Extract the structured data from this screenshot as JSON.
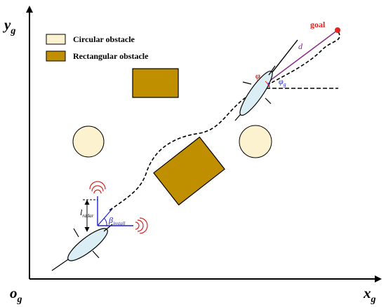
{
  "axes": {
    "y": {
      "label": "y",
      "subscript": "g"
    },
    "x": {
      "label": "x",
      "subscript": "g"
    },
    "origin": {
      "label": "o",
      "subscript": "g"
    }
  },
  "legend": {
    "items": [
      {
        "label": "Circular obstacle",
        "fill": "#fdf2cf"
      },
      {
        "label": "Rectangular obstacle",
        "fill": "#bf8f00"
      }
    ]
  },
  "goal": {
    "label": "goal",
    "color": "#e0241f"
  },
  "annotations": {
    "l_radar": {
      "main": "l",
      "sub": "radar"
    },
    "beta_install": {
      "main": "β",
      "sub": "install"
    },
    "phi": {
      "main": "φ"
    },
    "phi_g": {
      "main": "φ",
      "sub": "g"
    },
    "d": {
      "main": "d"
    }
  },
  "colors": {
    "obstacle_rect": "#bf8f00",
    "obstacle_circle": "#fdf2cf",
    "vehicle_fill": "#dbeef6",
    "radar_axes": "#1f1fd8",
    "radar_icon": "#e0241f",
    "goal_line": "#8a2b86",
    "angle_label": "#1f1fd8"
  }
}
